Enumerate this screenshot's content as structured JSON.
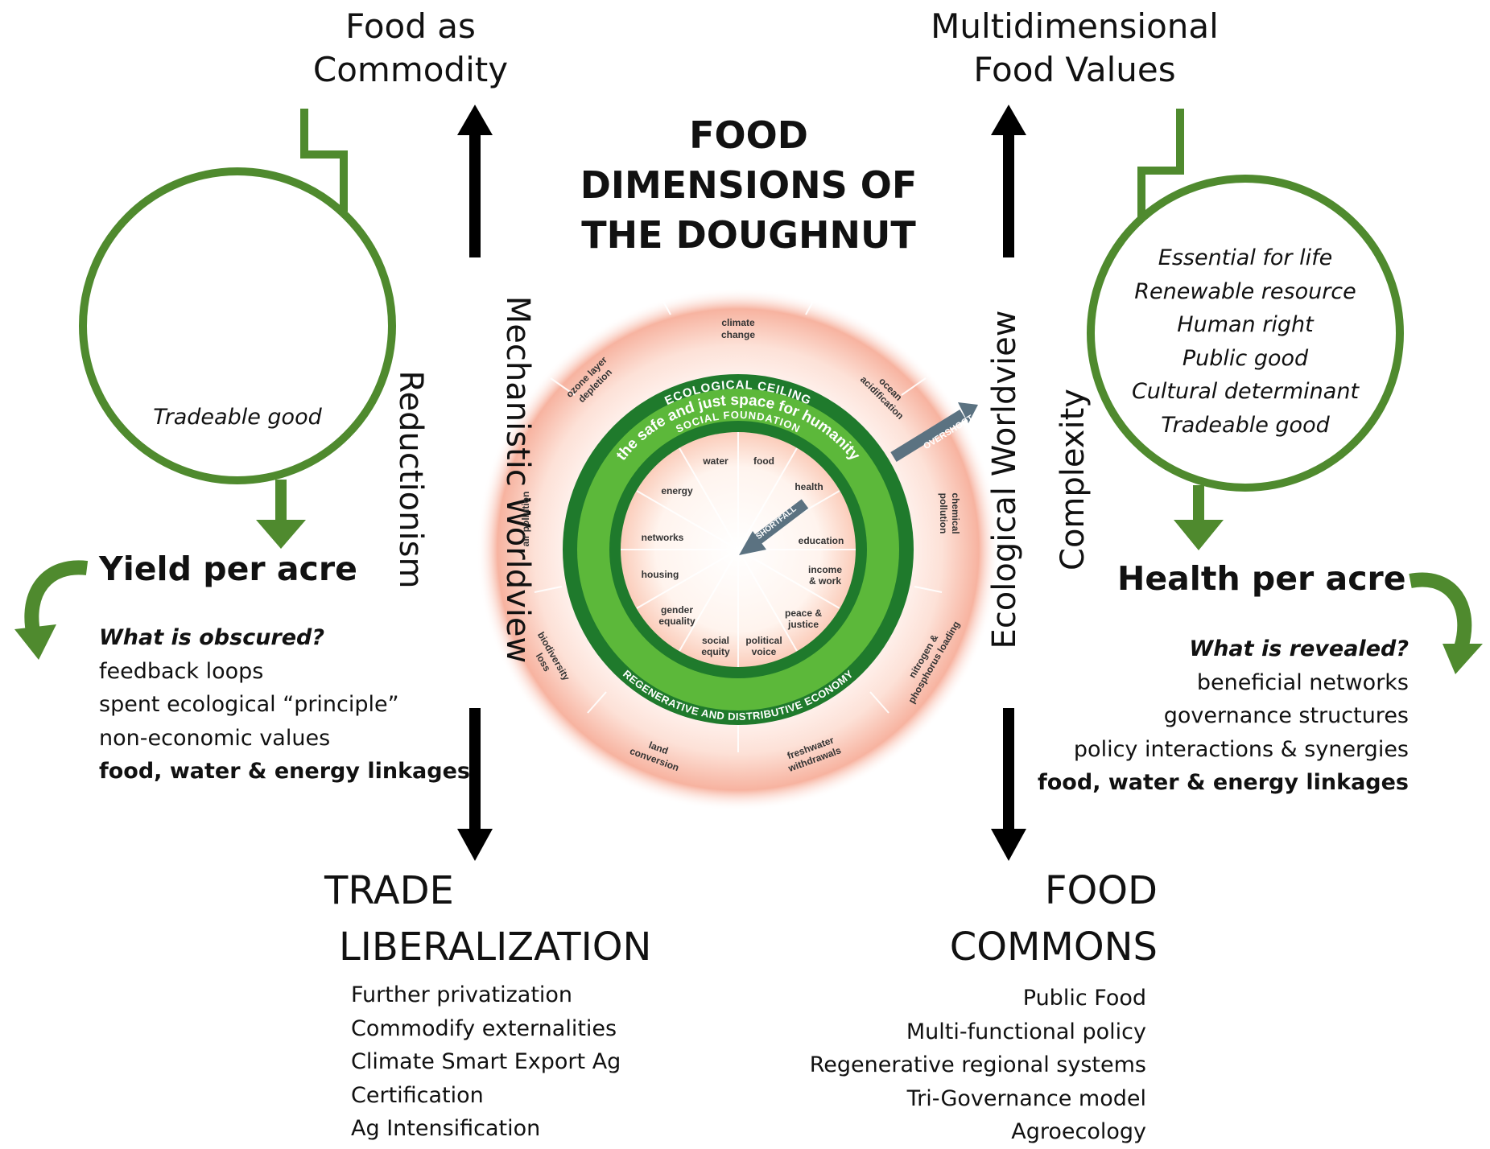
{
  "title": "FOOD DIMENSIONS OF THE DOUGHNUT",
  "title_lines": [
    "FOOD",
    "DIMENSIONS OF",
    "THE DOUGHNUT"
  ],
  "left": {
    "top_label": [
      "Food as",
      "Commodity"
    ],
    "circle_text": "Tradeable good",
    "metric": "Yield per acre",
    "question": "What is obscured?",
    "items": [
      "feedback loops",
      "spent ecological “principle”",
      "non-economic values"
    ],
    "items_bold": "food, water & energy linkages",
    "worldview": "Mechanistic Worldview",
    "ism": "Reductionism",
    "bottom_label": [
      "TRADE",
      "LIBERALIZATION"
    ],
    "bottom_items": [
      "Further privatization",
      "Commodify externalities",
      "Climate Smart Export Ag",
      "Certification",
      "Ag Intensification"
    ]
  },
  "right": {
    "top_label": [
      "Multidimensional",
      "Food Values"
    ],
    "circle_items": [
      "Essential for life",
      "Renewable resource",
      "Human right",
      "Public good",
      "Cultural determinant",
      "Tradeable good"
    ],
    "metric": "Health per acre",
    "question": "What is revealed?",
    "items": [
      "beneficial networks",
      "governance structures",
      "policy interactions & synergies"
    ],
    "items_bold": "food, water & energy linkages",
    "worldview": "Ecological Worldview",
    "ism": "Complexity",
    "bottom_label": [
      "FOOD",
      "COMMONS"
    ],
    "bottom_items": [
      "Public Food",
      "Multi-functional policy",
      "Regenerative regional systems",
      "Tri-Governance model",
      "Agroecology"
    ]
  },
  "doughnut": {
    "ceiling": "ECOLOGICAL CEILING",
    "safe_space": "the safe and just space for humanity",
    "foundation": "SOCIAL FOUNDATION",
    "economy": "REGENERATIVE AND DISTRIBUTIVE ECONOMY",
    "overshoot": "OVERSHOOT",
    "shortfall": "SHORTFALL",
    "outer": [
      [
        "climate",
        "change"
      ],
      [
        "ocean",
        "acidification"
      ],
      [
        "chemical",
        "pollution"
      ],
      [
        "nitrogen &",
        "phosphorus loading"
      ],
      [
        "freshwater",
        "withdrawals"
      ],
      [
        "land",
        "conversion"
      ],
      [
        "biodiversity",
        "loss"
      ],
      [
        "air pollution"
      ],
      [
        "ozone layer",
        "depletion"
      ]
    ],
    "inner": [
      [
        "water"
      ],
      [
        "food"
      ],
      [
        "health"
      ],
      [
        "education"
      ],
      [
        "income",
        "& work"
      ],
      [
        "peace &",
        "justice"
      ],
      [
        "political",
        "voice"
      ],
      [
        "social",
        "equity"
      ],
      [
        "gender",
        "equality"
      ],
      [
        "housing"
      ],
      [
        "networks"
      ],
      [
        "energy"
      ]
    ]
  },
  "colors": {
    "green_line": "#4f8a2e",
    "dark_green": "#1f7a2c",
    "light_green": "#5cb83a",
    "glow": "#f3a08a",
    "arrow_gray": "#5b7281"
  }
}
